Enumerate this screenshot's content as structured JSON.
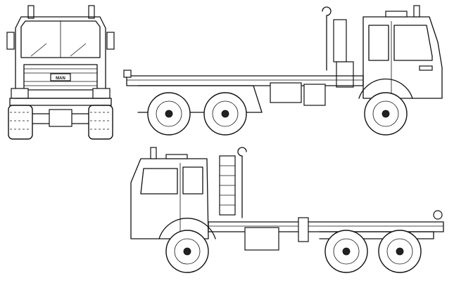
{
  "drawing": {
    "badge": "MAN",
    "views": [
      "front-view",
      "left-side-view",
      "right-side-view"
    ]
  },
  "colors": {
    "line": "#111111",
    "background": "#ffffff"
  }
}
